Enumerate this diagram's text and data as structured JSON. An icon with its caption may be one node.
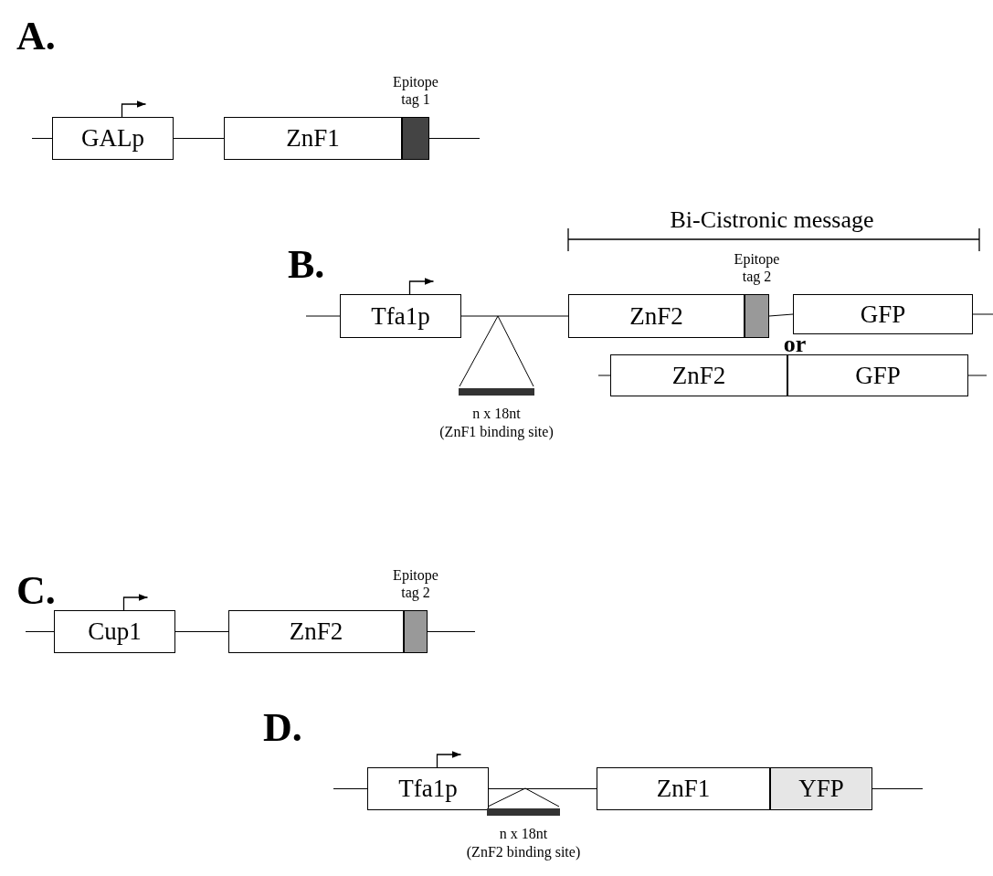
{
  "diagram": {
    "nodes": [
      {
        "text": [
          "GALp"
        ]
      },
      {
        "text": [
          "ZnF1"
        ]
      },
      {
        "text": [
          "Epitope tag 1"
        ]
      },
      {
        "text": [
          "Tfa1p"
        ]
      },
      {
        "text": [
          "ZnF2"
        ]
      },
      {
        "text": [
          "Epitope tag 2"
        ]
      },
      {
        "text": [
          "GFP"
        ]
      },
      {
        "text": [
          "ZnF2"
        ]
      },
      {
        "text": [
          "GFP"
        ]
      },
      {
        "text": [
          "n x 18nt",
          "(ZnF1 binding site)"
        ]
      },
      {
        "text": [
          "Cup1"
        ]
      },
      {
        "text": [
          "ZnF2"
        ]
      },
      {
        "text": [
          "Epitope tag 2"
        ]
      },
      {
        "text": [
          "Tfa1p"
        ]
      },
      {
        "text": [
          "ZnF1"
        ]
      },
      {
        "text": [
          "YFP"
        ]
      },
      {
        "text": [
          "n x 18nt",
          "(ZnF2 binding site)"
        ]
      }
    ],
    "edges": [
      {
        "from": null,
        "to": 0,
        "arrow": "none"
      },
      {
        "from": 0,
        "to": 1,
        "arrow": "none"
      },
      {
        "from": 2,
        "to": null,
        "arrow": "none"
      },
      {
        "from": null,
        "to": 3,
        "arrow": "none"
      },
      {
        "from": 3,
        "to": 4,
        "arrow": "none"
      },
      {
        "from": 5,
        "to": 6,
        "arrow": "none"
      },
      {
        "from": 6,
        "to": null,
        "arrow": "none"
      },
      {
        "from": null,
        "to": 7,
        "arrow": "none"
      },
      {
        "from": 8,
        "to": null,
        "arrow": "none"
      },
      {
        "from": null,
        "to": 10,
        "arrow": "none"
      },
      {
        "from": 10,
        "to": 11,
        "arrow": "none"
      },
      {
        "from": 12,
        "to": null,
        "arrow": "none"
      },
      {
        "from": null,
        "to": 13,
        "arrow": "none"
      },
      {
        "from": 13,
        "to": 14,
        "arrow": "none"
      },
      {
        "from": 15,
        "to": null,
        "arrow": "none"
      }
    ],
    "labels": [
      "A.",
      "Bi-Cistronic message",
      "B.",
      "or",
      "C.",
      "D."
    ]
  }
}
